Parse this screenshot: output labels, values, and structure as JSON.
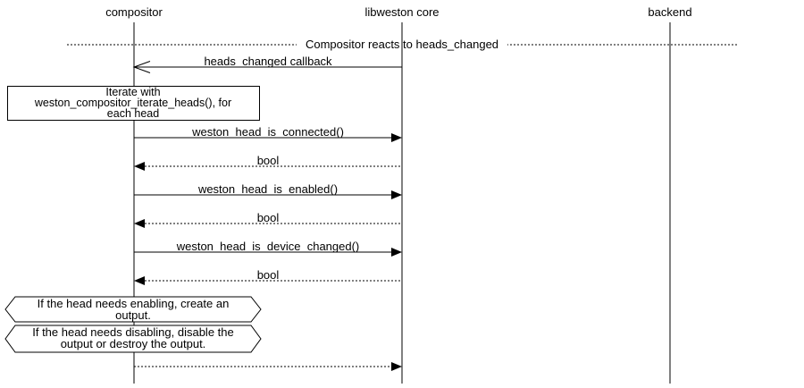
{
  "diagram": {
    "type": "sequence",
    "colors": {
      "background": "#ffffff",
      "line": "#000000",
      "text": "#000000"
    },
    "participants": [
      "compositor",
      "libweston core",
      "backend"
    ],
    "divider": "Compositor reacts to heads_changed",
    "messages": [
      {
        "from": "libweston core",
        "to": "compositor",
        "label": "heads_changed callback",
        "style": "callback-open-arrow-solid-line"
      },
      {
        "from": "compositor",
        "to": "libweston core",
        "label": "weston_head_is_connected()",
        "style": "call-filled-arrow-solid-line"
      },
      {
        "from": "libweston core",
        "to": "compositor",
        "label": "bool",
        "style": "return-filled-arrow-dotted-line"
      },
      {
        "from": "compositor",
        "to": "libweston core",
        "label": "weston_head_is_enabled()",
        "style": "call-filled-arrow-solid-line"
      },
      {
        "from": "libweston core",
        "to": "compositor",
        "label": "bool",
        "style": "return-filled-arrow-dotted-line"
      },
      {
        "from": "compositor",
        "to": "libweston core",
        "label": "weston_head_is_device_changed()",
        "style": "call-filled-arrow-solid-line"
      },
      {
        "from": "libweston core",
        "to": "compositor",
        "label": "bool",
        "style": "return-filled-arrow-dotted-line"
      },
      {
        "from": "compositor",
        "to": "libweston core",
        "label": "",
        "style": "filled-arrow-dotted-line"
      }
    ],
    "note": {
      "text": "Iterate with weston_compositor_iterate_heads(), for each head",
      "lines": [
        "Iterate with",
        "weston_compositor_iterate_heads(), for",
        "each head"
      ]
    },
    "conditions": [
      {
        "text": "If the head needs enabling, create an output.",
        "lines": [
          "If the head needs enabling, create an",
          "output."
        ]
      },
      {
        "text": "If the head needs disabling, disable the output or destroy the output.",
        "lines": [
          "If the head needs disabling, disable the",
          "output or destroy the output."
        ]
      }
    ]
  }
}
